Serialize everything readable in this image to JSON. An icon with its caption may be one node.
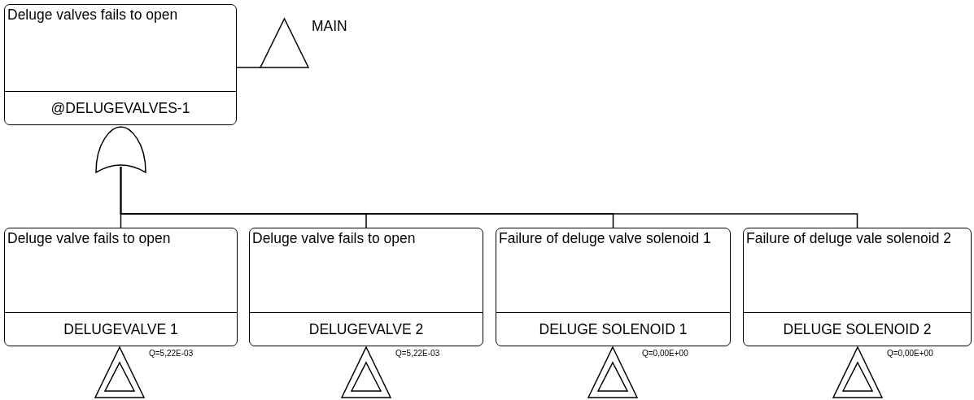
{
  "diagram": {
    "nodes": [
      {
        "text": [
          "Deluge valves fails to open",
          "@DELUGEVALVES-1"
        ]
      },
      {
        "text": [],
        "shape": "triangle",
        "beside": [
          "MAIN"
        ]
      },
      {
        "text": [],
        "shape": "gate"
      },
      {
        "text": [
          "Deluge valve fails to open",
          "DELUGEVALVE 1"
        ]
      },
      {
        "text": [
          "Deluge valve fails to open",
          "DELUGEVALVE 2"
        ]
      },
      {
        "text": [
          "Failure of deluge valve solenoid 1",
          "DELUGE SOLENOID 1"
        ]
      },
      {
        "text": [
          "Failure of deluge vale solenoid 2",
          "DELUGE SOLENOID 2"
        ]
      },
      {
        "text": [],
        "shape": "double-triangle",
        "beside": [
          "Q=5,22E-03"
        ]
      },
      {
        "text": [],
        "shape": "double-triangle",
        "beside": [
          "Q=5,22E-03"
        ]
      },
      {
        "text": [],
        "shape": "double-triangle",
        "beside": [
          "Q=0,00E+00"
        ]
      },
      {
        "text": [],
        "shape": "double-triangle",
        "beside": [
          "Q=0,00E+00"
        ]
      }
    ],
    "edges": [
      {
        "from": 0,
        "to": 1,
        "arrow": "none"
      },
      {
        "from": 2,
        "to": 3,
        "arrow": "none"
      },
      {
        "from": 2,
        "to": 4,
        "arrow": "none"
      },
      {
        "from": 2,
        "to": 5,
        "arrow": "none"
      },
      {
        "from": 2,
        "to": 6,
        "arrow": "none"
      }
    ]
  }
}
